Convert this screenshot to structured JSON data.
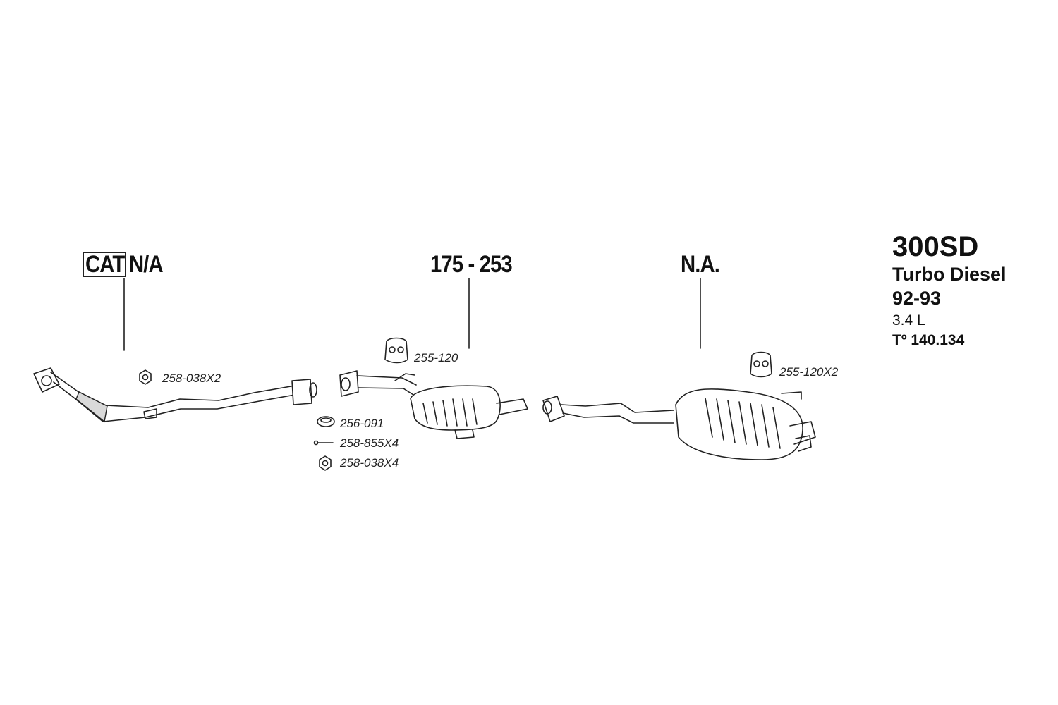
{
  "diagram": {
    "labels": {
      "cat": "CAT",
      "cat_status": "N/A",
      "main_part": "175 - 253",
      "rear_status": "N.A."
    },
    "parts": [
      {
        "id": "p1",
        "text": "258-038X2"
      },
      {
        "id": "p2",
        "text": "255-120"
      },
      {
        "id": "p3",
        "text": "256-091"
      },
      {
        "id": "p4",
        "text": "258-855X4"
      },
      {
        "id": "p5",
        "text": "258-038X4"
      },
      {
        "id": "p6",
        "text": "255-120X2"
      }
    ],
    "vehicle": {
      "model": "300SD",
      "engine": "Turbo Diesel",
      "years": "92-93",
      "displacement": "3.4 L",
      "ref_prefix": "Tº",
      "ref_number": "140.134"
    }
  }
}
